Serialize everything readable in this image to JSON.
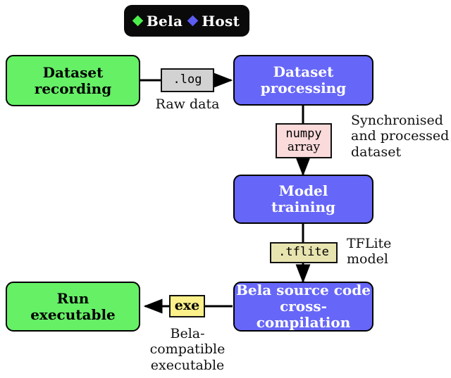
{
  "legend": {
    "entries": [
      {
        "label": "Bela",
        "color": "#4cf04c",
        "marker": "diamond-marker-green"
      },
      {
        "label": "Host",
        "color": "#5c5cf2",
        "marker": "diamond-marker-blue"
      }
    ]
  },
  "nodes": [
    {
      "id": "dataset-recording",
      "line1": "Dataset",
      "line2": "recording",
      "group": "Bela",
      "fill": "#66f066",
      "text": "#000000"
    },
    {
      "id": "dataset-processing",
      "line1": "Dataset",
      "line2": "processing",
      "group": "Host",
      "fill": "#6666f8",
      "text": "#ffffff"
    },
    {
      "id": "model-training",
      "line1": "Model",
      "line2": "training",
      "group": "Host",
      "fill": "#6666f8",
      "text": "#ffffff"
    },
    {
      "id": "cross-compilation",
      "line1": "Bela source code",
      "line2": "cross-compilation",
      "group": "Host",
      "fill": "#6666f8",
      "text": "#ffffff"
    },
    {
      "id": "run-executable",
      "line1": "Run",
      "line2": "executable",
      "group": "Bela",
      "fill": "#66f066",
      "text": "#000000"
    }
  ],
  "artefacts": [
    {
      "id": "log-file",
      "mono": ".log",
      "serif": "",
      "fill": "#d2d2d2"
    },
    {
      "id": "numpy-array",
      "mono": "numpy",
      "serif": "array",
      "fill": "#fadada"
    },
    {
      "id": "tflite-model",
      "mono": ".tflite",
      "serif": "",
      "fill": "#e8e4b0"
    },
    {
      "id": "exe-file",
      "mono": "",
      "serif": "exe",
      "fill": "#fbf08a"
    }
  ],
  "captions": [
    {
      "id": "raw-data",
      "text": "Raw data"
    },
    {
      "id": "synchronised-dataset",
      "text": "Synchronised\nand processed\ndataset"
    },
    {
      "id": "tflite-model-caption",
      "text": "TFLite\nmodel"
    },
    {
      "id": "bela-compatible-caption",
      "text": "Bela-\ncompatible\nexecutable"
    }
  ]
}
